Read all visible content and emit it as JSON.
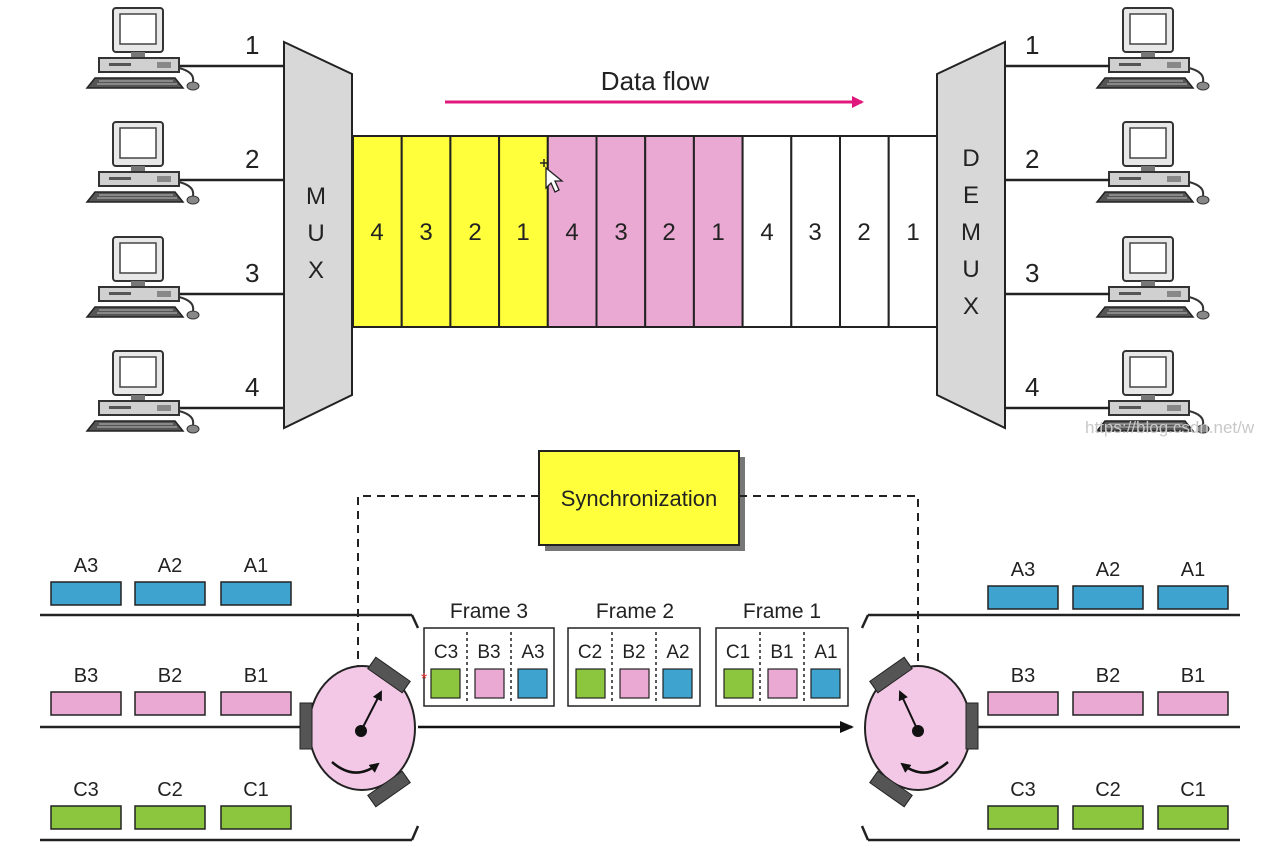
{
  "title": "Data flow",
  "mux_letters": [
    "M",
    "U",
    "X"
  ],
  "demux_letters": [
    "D",
    "E",
    "M",
    "U",
    "X"
  ],
  "line_numbers": [
    "1",
    "2",
    "3",
    "4"
  ],
  "stream": {
    "yellow": [
      "4",
      "3",
      "2",
      "1"
    ],
    "pink": [
      "4",
      "3",
      "2",
      "1"
    ],
    "white": [
      "4",
      "3",
      "2",
      "1"
    ]
  },
  "sync_label": "Synchronization",
  "inputs": {
    "a": [
      "A3",
      "A2",
      "A1"
    ],
    "b": [
      "B3",
      "B2",
      "B1"
    ],
    "c": [
      "C3",
      "C2",
      "C1"
    ]
  },
  "frames": [
    {
      "label": "Frame 3",
      "slots": [
        "C3",
        "B3",
        "A3"
      ]
    },
    {
      "label": "Frame 2",
      "slots": [
        "C2",
        "B2",
        "A2"
      ]
    },
    {
      "label": "Frame 1",
      "slots": [
        "C1",
        "B1",
        "A1"
      ]
    }
  ],
  "watermark": "https://blog.csdn.net/w",
  "colors": {
    "yellow": "#ffff3c",
    "pink": "#eaa9d2",
    "blue": "#3ea4cf",
    "green": "#8bc63e",
    "device": "#d8d8d8",
    "arrow": "#e0187e"
  }
}
